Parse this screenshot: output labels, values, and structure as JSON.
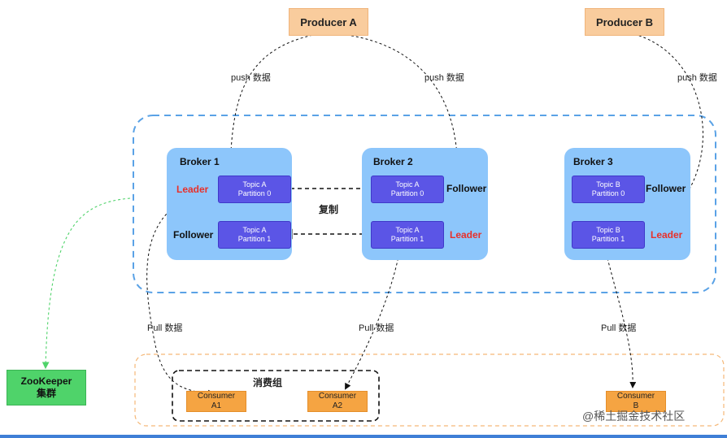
{
  "producers": [
    {
      "label": "Producer A"
    },
    {
      "label": "Producer B"
    }
  ],
  "push_label": "push 数据",
  "pull_label": "Pull 数据",
  "replicate_label": "复制",
  "brokers": [
    {
      "title": "Broker 1",
      "partitions": [
        {
          "topic": "Topic A",
          "partition": "Partition 0",
          "role": "Leader"
        },
        {
          "topic": "Topic A",
          "partition": "Partition 1",
          "role": "Follower"
        }
      ]
    },
    {
      "title": "Broker 2",
      "partitions": [
        {
          "topic": "Topic A",
          "partition": "Partition 0",
          "role": "Follower"
        },
        {
          "topic": "Topic A",
          "partition": "Partition 1",
          "role": "Leader"
        }
      ]
    },
    {
      "title": "Broker 3",
      "partitions": [
        {
          "topic": "Topic B",
          "partition": "Partition 0",
          "role": "Follower"
        },
        {
          "topic": "Topic B",
          "partition": "Partition 1",
          "role": "Leader"
        }
      ]
    }
  ],
  "consumer_group": {
    "label": "消费组",
    "consumers": [
      {
        "line1": "Consumer",
        "line2": "A1"
      },
      {
        "line1": "Consumer",
        "line2": "A2"
      }
    ]
  },
  "consumer_b": {
    "line1": "Consumer",
    "line2": "B"
  },
  "zookeeper": {
    "line1": "ZooKeeper",
    "line2": "集群"
  },
  "watermark": "@稀土掘金技术社区",
  "colors": {
    "producer": "#f9cc9d",
    "broker": "#8dc6fb",
    "partition": "#5b55e6",
    "leader_text": "#e8302a",
    "consumer": "#f5a442",
    "zookeeper": "#4fd36a",
    "cluster_border": "#5aa2e6",
    "consumer_area_border": "#f5b878"
  }
}
